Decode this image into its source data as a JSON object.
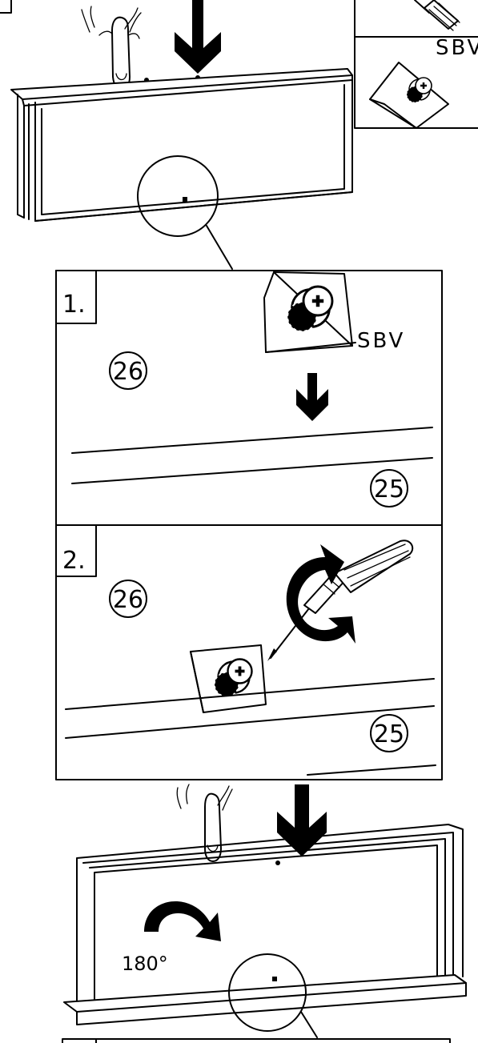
{
  "page": {
    "panel1": {
      "step": "1.",
      "part_top": "26",
      "part_bottom": "25",
      "label": "SBV"
    },
    "panel2": {
      "step": "2.",
      "part_top": "26",
      "part_bottom": "25"
    },
    "top_right_box": {
      "label": "SBV"
    },
    "rotation": {
      "label": "180°"
    }
  }
}
